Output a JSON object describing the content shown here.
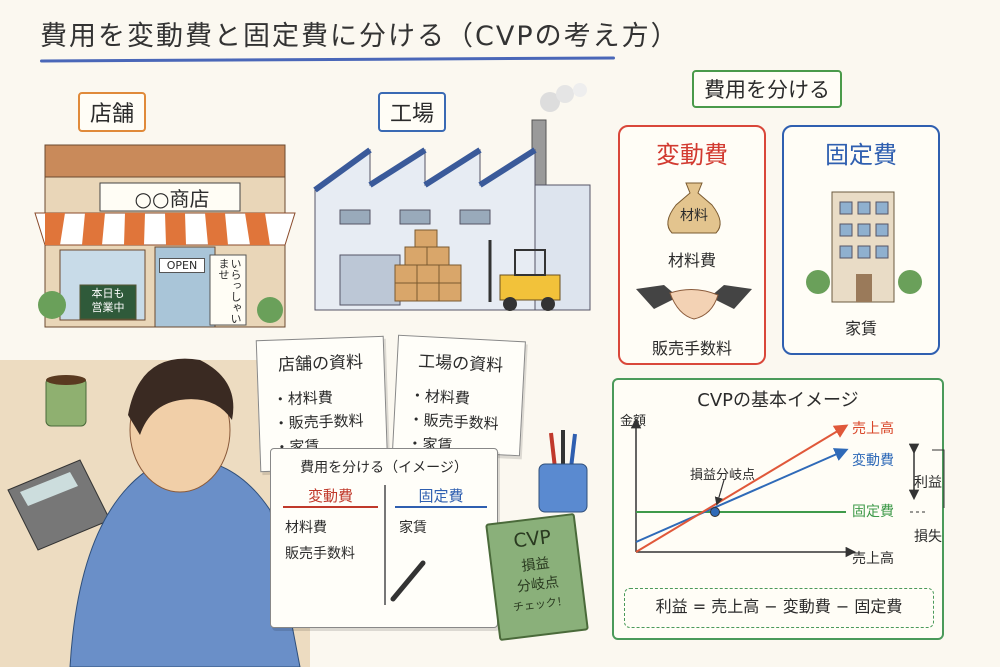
{
  "title": "費用を変動費と固定費に分ける（CVPの考え方）",
  "store": {
    "tag": "店舗",
    "sign": "○○商店",
    "door": "OPEN",
    "banner": "いらっしゃいませ",
    "board_l1": "本日も",
    "board_l2": "営業中"
  },
  "factory": {
    "tag": "工場"
  },
  "split": {
    "heading": "費用を分ける",
    "variable": {
      "title": "変動費",
      "bag": "材料",
      "item1": "材料費",
      "item2": "販売手数料"
    },
    "fixed": {
      "title": "固定費",
      "item1": "家賃"
    }
  },
  "docs": {
    "store": {
      "title": "店舗の資料",
      "items": [
        "・材料費",
        "・販売手数料",
        "・家賃",
        "・・・"
      ]
    },
    "factory": {
      "title": "工場の資料",
      "items": [
        "・材料費",
        "・販売手数料",
        "・家賃",
        "・・・"
      ]
    }
  },
  "notebook": {
    "title": "費用を分ける（イメージ）",
    "variable": "変動費",
    "fixed": "固定費",
    "v_items": [
      "材料費",
      "販売手数料"
    ],
    "f_items": [
      "家賃"
    ]
  },
  "book": {
    "l1": "CVP",
    "l2": "損益",
    "l3": "分岐点",
    "l4": "チェック！"
  },
  "cvp": {
    "heading": "CVPの基本イメージ",
    "y_label": "金額",
    "x_label": "売上高",
    "sales": "売上高",
    "variable": "変動費",
    "fixed": "固定費",
    "bep": "損益分岐点",
    "profit": "利益",
    "loss": "損失",
    "formula": "利益 = 売上高 − 変動費 − 固定費",
    "colors": {
      "sales": "#e0583a",
      "variable": "#2f6ab8",
      "fixed": "#3f9a4a"
    }
  }
}
